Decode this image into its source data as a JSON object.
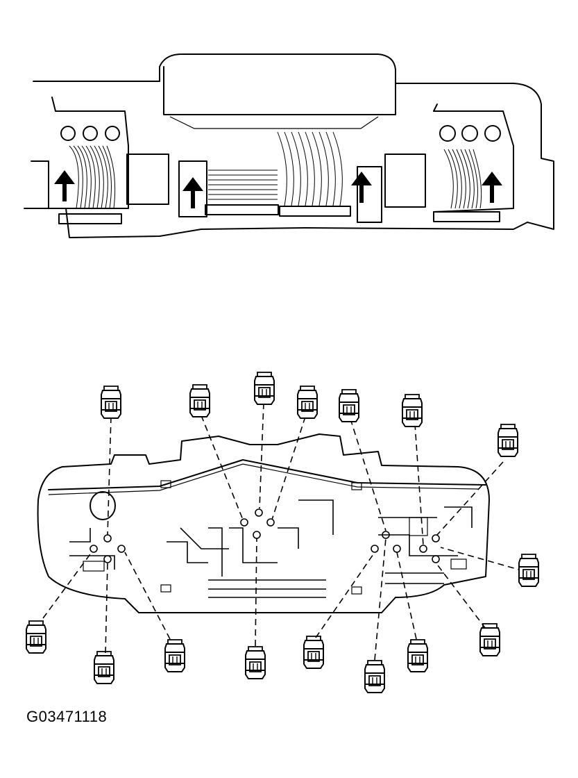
{
  "figure": {
    "code": "G03471118",
    "top_view": {
      "arrows": [
        "arrow",
        "arrow",
        "arrow",
        "arrow"
      ]
    },
    "bottom_view": {
      "bulb_socket_count": 16
    }
  }
}
